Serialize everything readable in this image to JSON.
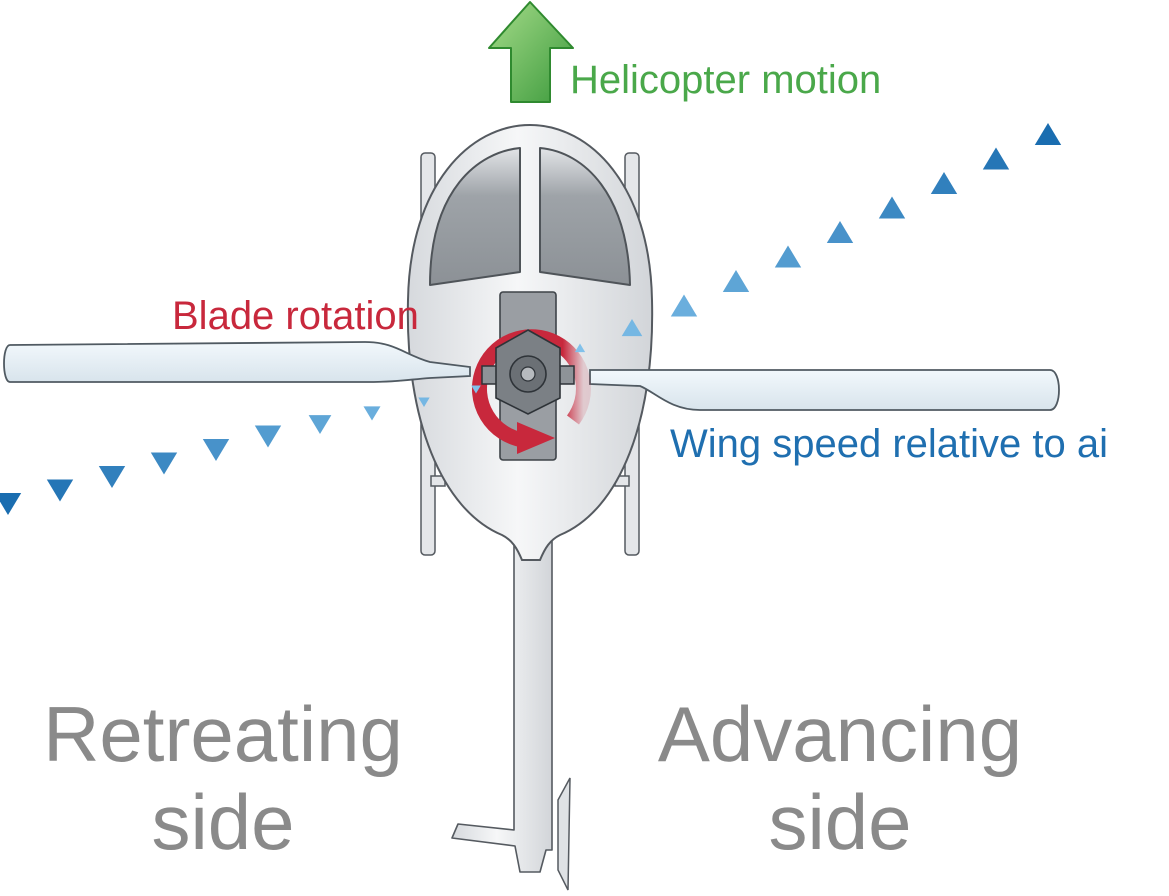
{
  "labels": {
    "motion": "Helicopter motion",
    "rotation": "Blade rotation",
    "speed": "Wing speed relative to ai",
    "retreating_line1": "Retreating",
    "retreating_line2": "side",
    "advancing_line1": "Advancing",
    "advancing_line2": "side"
  },
  "colors": {
    "motion": "#4aa84a",
    "rotation": "#c8283c",
    "speed": "#1f6fb0",
    "side_text": "#8a8a8a"
  },
  "arrow_ratios": [
    -1.0,
    -0.9,
    -0.8,
    -0.7,
    -0.6,
    -0.5,
    -0.4,
    -0.3,
    -0.2,
    -0.1,
    0.1,
    0.2,
    0.3,
    0.4,
    0.5,
    0.6,
    0.7,
    0.8,
    0.9,
    1.0
  ]
}
